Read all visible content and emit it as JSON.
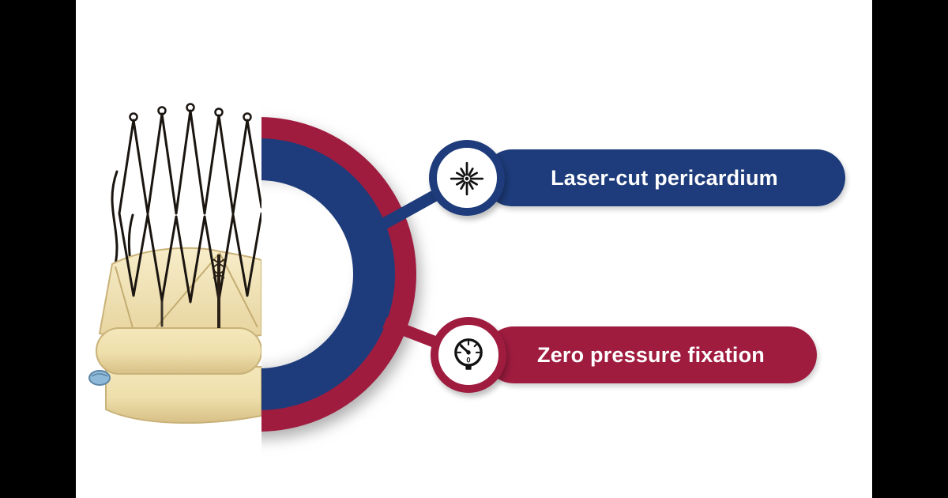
{
  "page": {
    "background": "#000000",
    "stage_background": "#ffffff"
  },
  "diagram": {
    "type": "medical-infographic",
    "illustration": {
      "name": "transcatheter-heart-valve-half-section",
      "fabric_color": "#f0e2b4",
      "wire_color": "#1b1510",
      "suture_marker_color": "#8fb9d9"
    },
    "ring": {
      "outer_color": "#9f1c3f",
      "inner_color": "#1e3c7b",
      "core_color": "#ffffff"
    },
    "callouts": [
      {
        "label": "Laser-cut pericardium",
        "color": "#1e3c7b",
        "icon": "laser-icon"
      },
      {
        "label": "Zero pressure fixation",
        "color": "#9f1c3f",
        "icon": "pressure-gauge-icon",
        "gauge_value": "0"
      }
    ]
  }
}
